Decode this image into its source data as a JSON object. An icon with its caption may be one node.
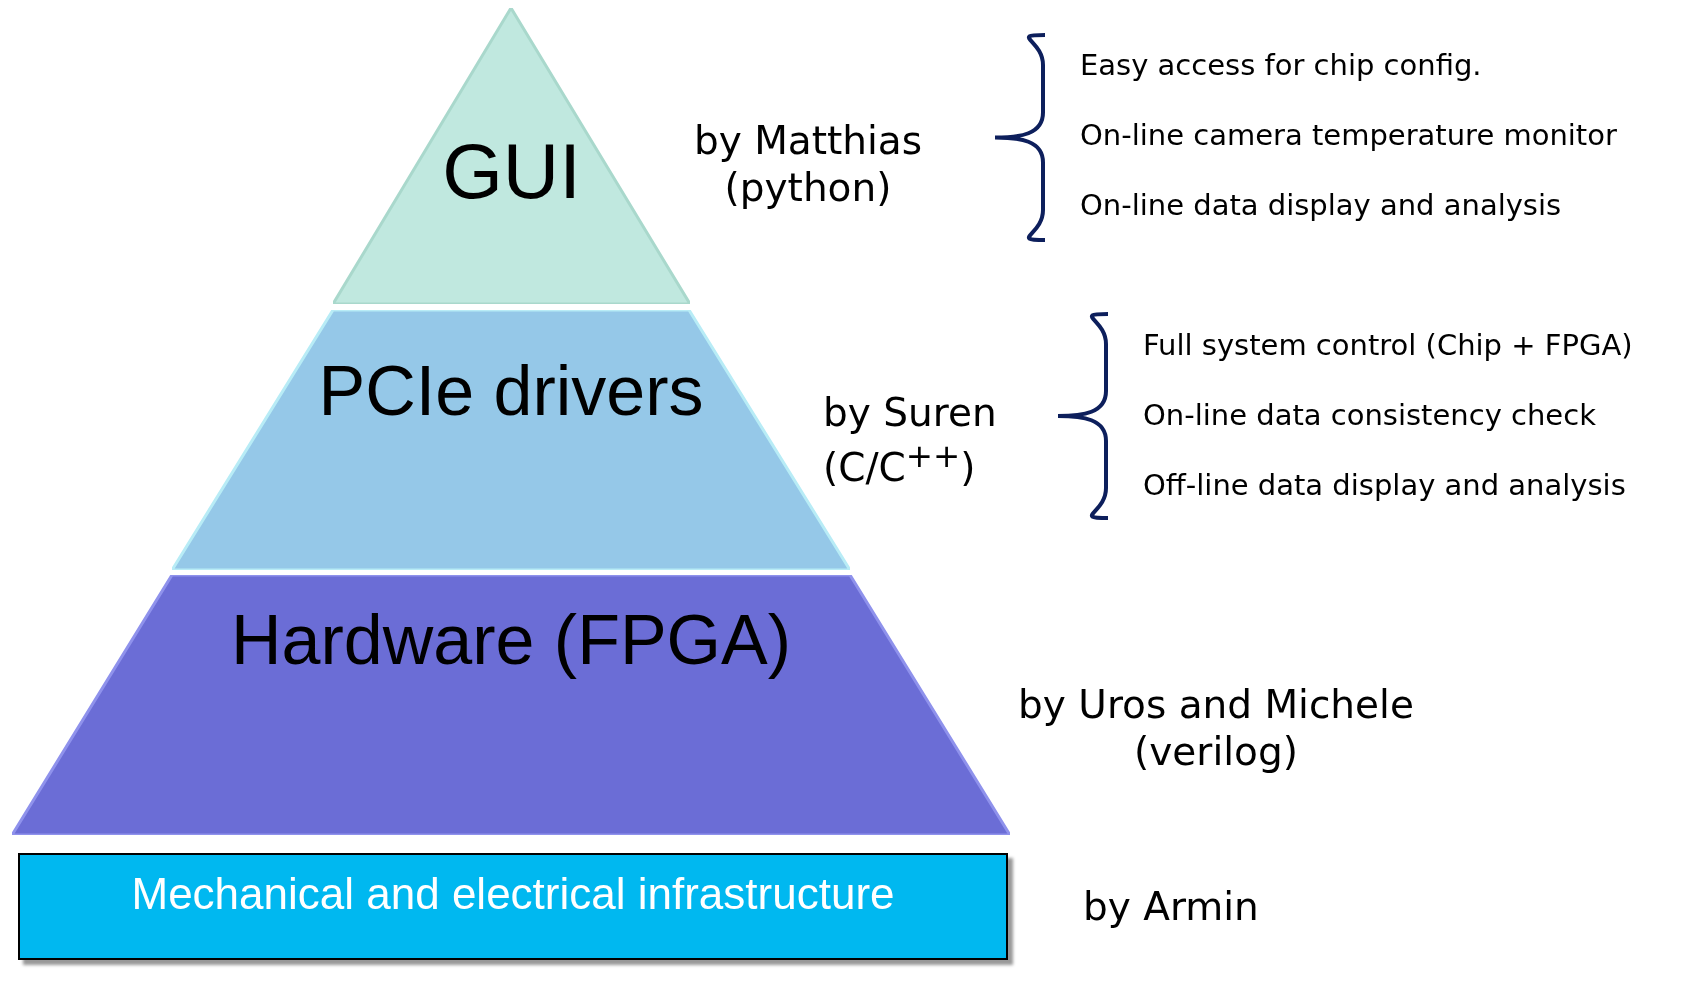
{
  "diagram": {
    "nodes": [
      {
        "text": [
          "GUI"
        ],
        "beside": [
          "by Matthias (python)"
        ]
      },
      {
        "text": [
          "PCIe drivers"
        ],
        "beside": [
          "by Suren (C/C$^{++}$)"
        ]
      },
      {
        "text": [
          "Hardware (FPGA)"
        ],
        "beside": [
          "by Uros and Michele (verilog)"
        ]
      },
      {
        "text": [
          "Mechanical and electrical infrastructure"
        ],
        "beside": [
          "by Armin"
        ]
      }
    ],
    "labels": [
      "Easy access for chip config.",
      "On-line camera temperature monitor",
      "On-line data display and analysis",
      "Full system control (Chip + FPGA)",
      "On-line data consistency check",
      "Off-line data display and analysis"
    ]
  }
}
